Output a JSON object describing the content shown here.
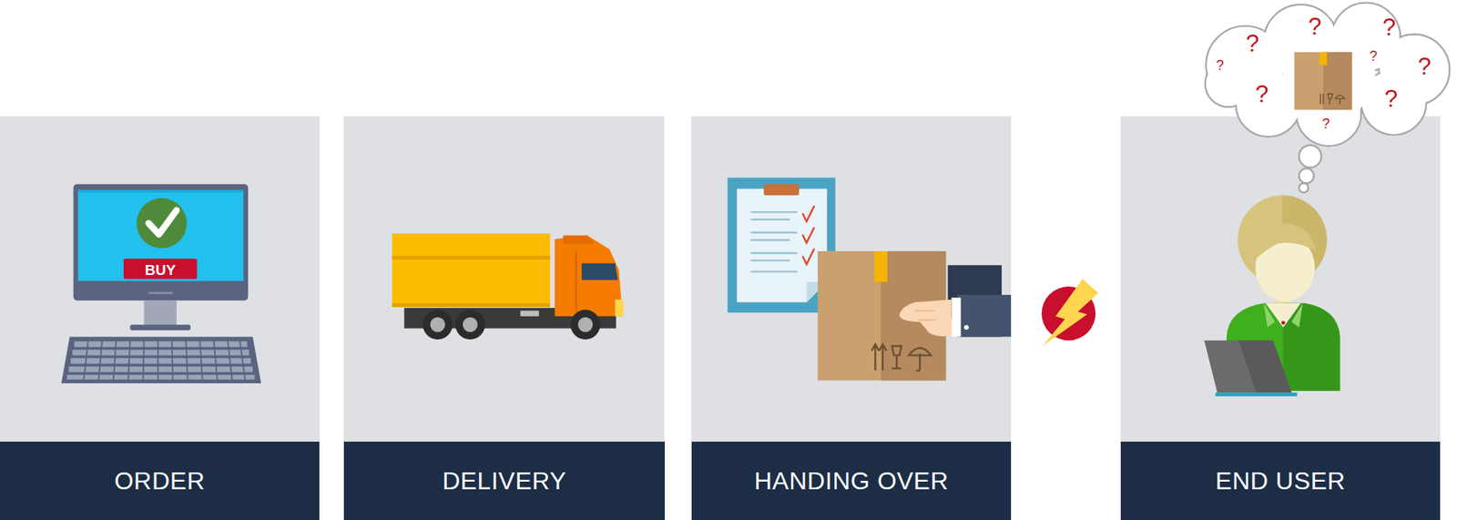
{
  "diagram": {
    "nodes": [
      {
        "text": [
          "ORDER"
        ]
      },
      {
        "text": [
          "DELIVERY"
        ]
      },
      {
        "text": [
          "HANDING OVER"
        ]
      },
      {
        "text": [
          "END USER"
        ]
      }
    ],
    "labels": [
      "BUY",
      "?",
      "?",
      "?",
      "?",
      "?",
      "?",
      "?",
      "?",
      "?"
    ]
  }
}
